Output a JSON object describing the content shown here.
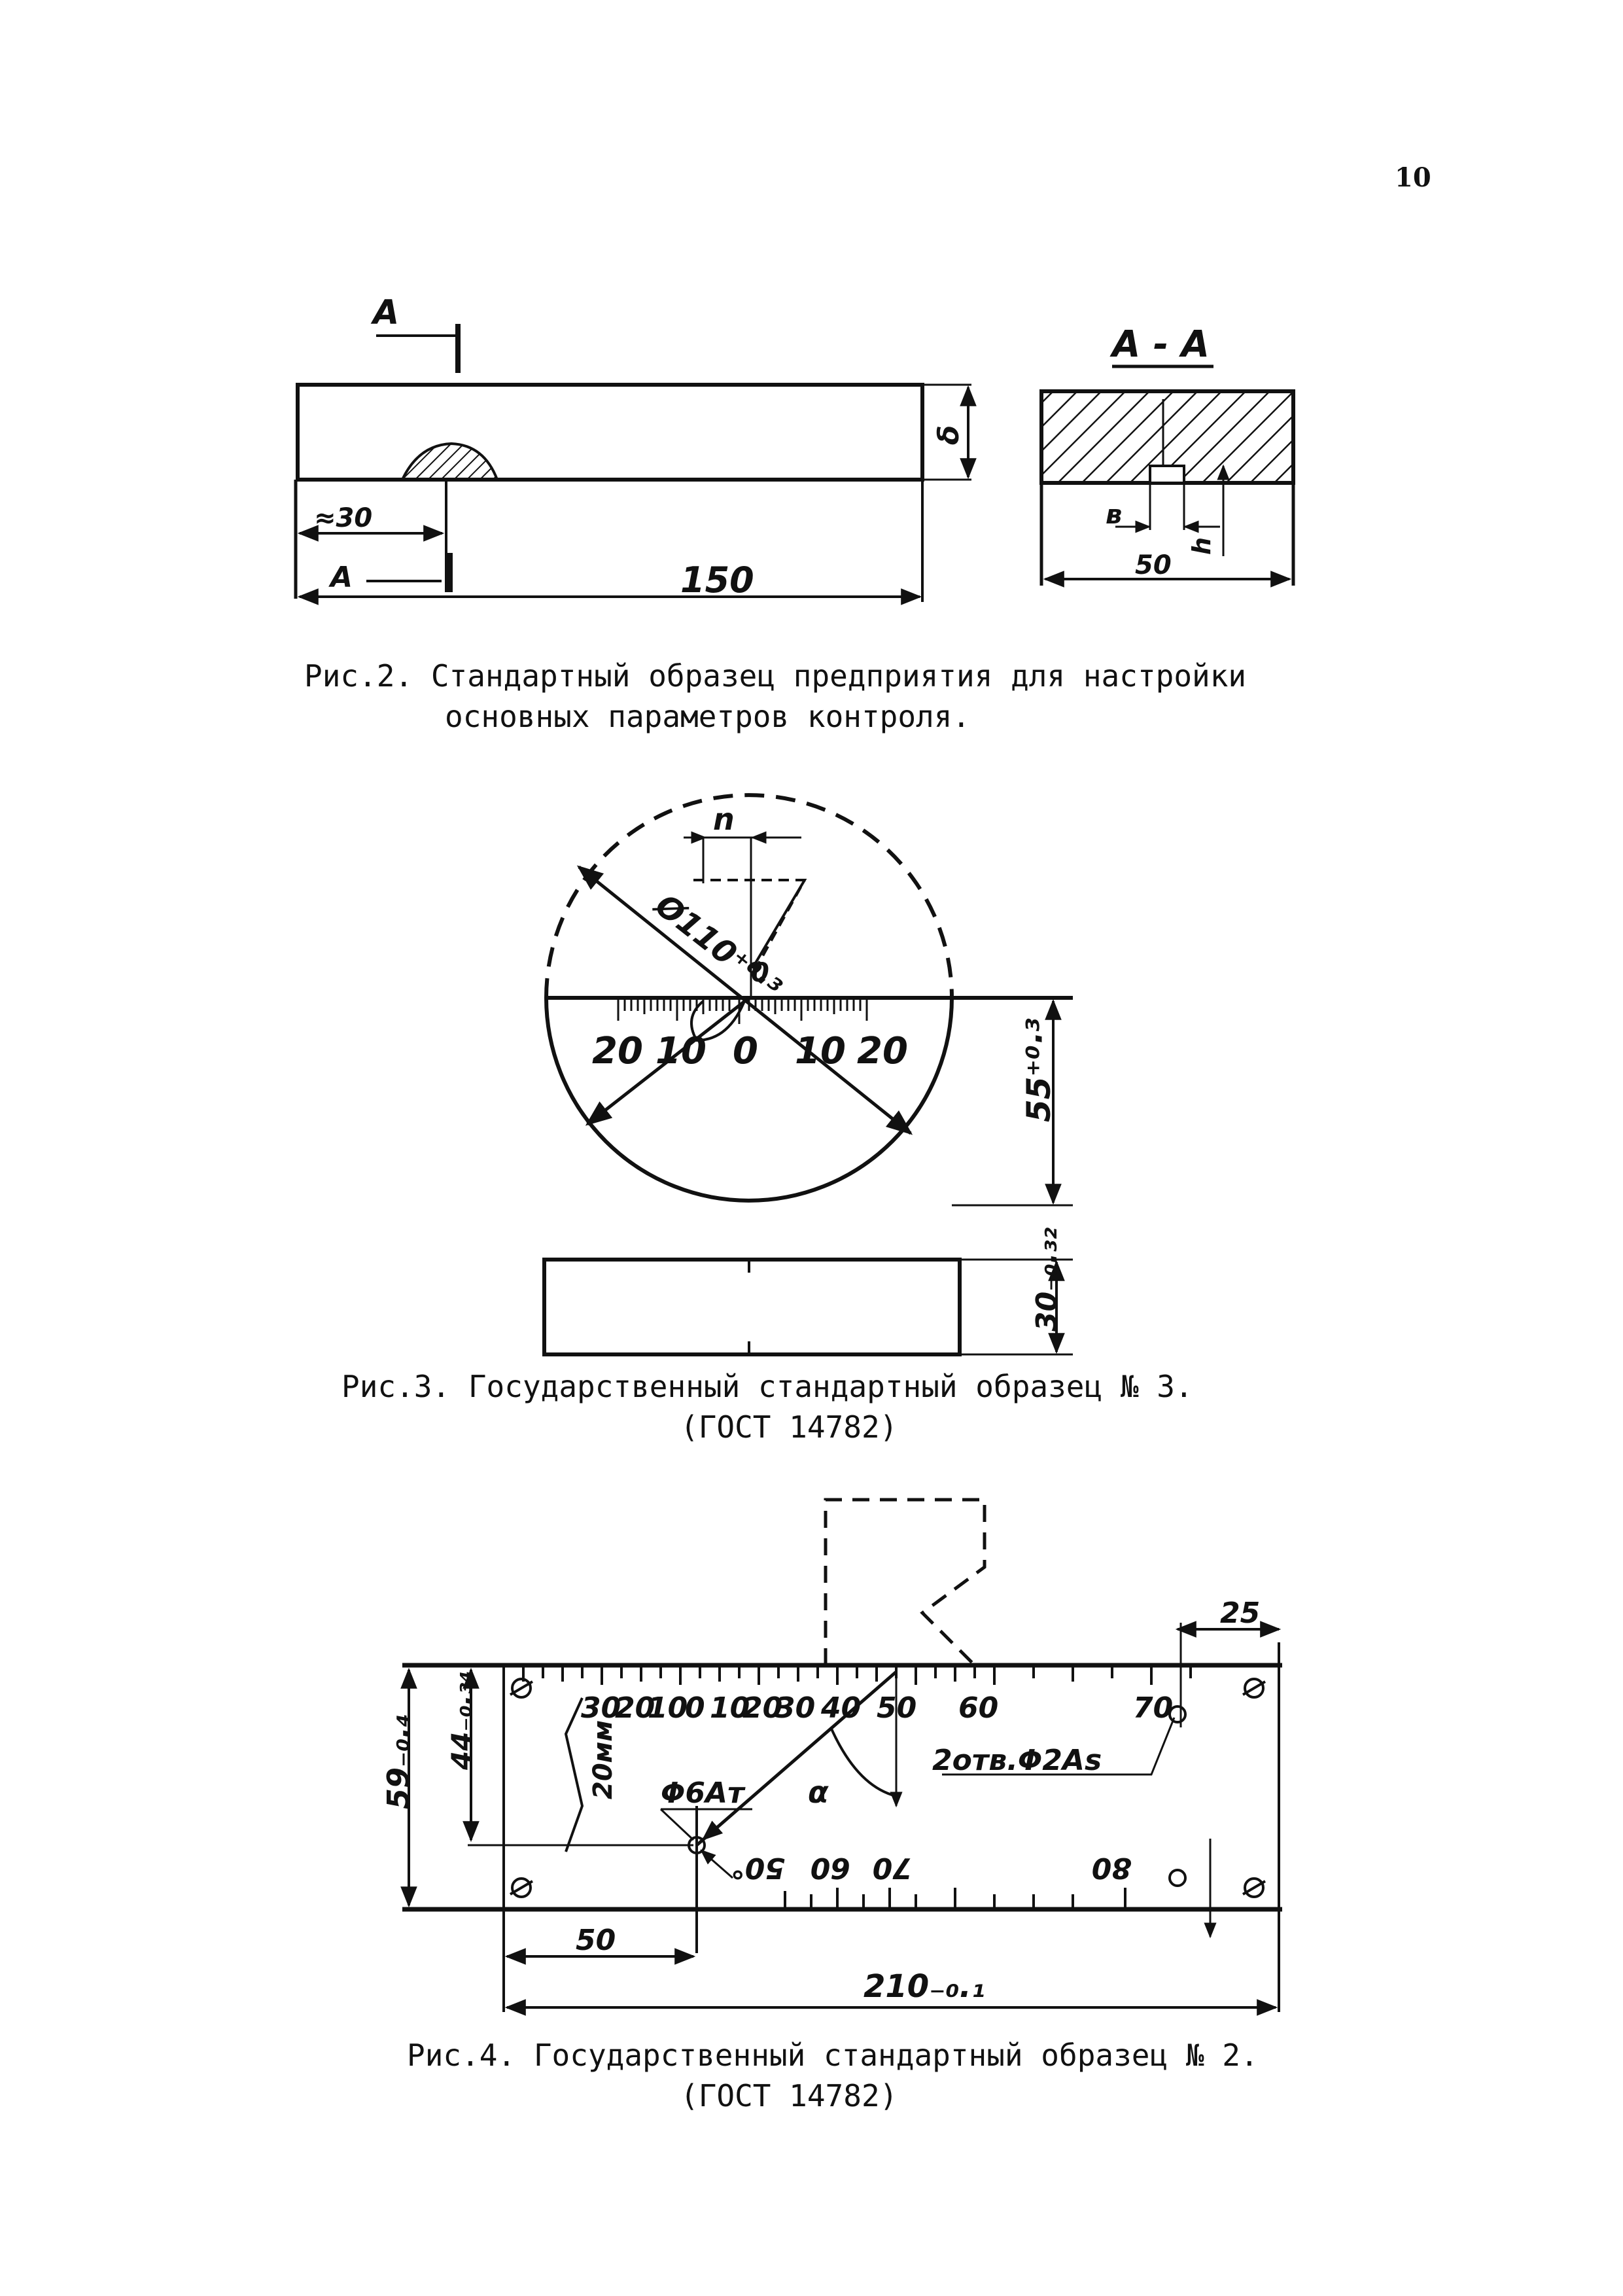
{
  "page": {
    "number": "10"
  },
  "figure2": {
    "caption_line1": "Рис.2. Стандартный образец предприятия для настройки",
    "caption_line2": "основных параметров контроля.",
    "section_marker": "А",
    "section_title": "А - А",
    "dim_length": "150",
    "dim_position": "≈30",
    "dim_a": "А",
    "dim_width": "50",
    "dim_thickness": "δ",
    "notch_b": "в",
    "notch_h": "h"
  },
  "figure3": {
    "caption_line1": "Рис.3. Государственный стандартный образец № 3.",
    "caption_line2": "(ГОСТ 14782)",
    "diameter": "Ø110⁺⁰·³",
    "height": "55⁺⁰·³",
    "thickness": "30₋₀.₃₂",
    "n_label": "n",
    "zero_label": "0",
    "scale_labels": [
      "20",
      "10",
      "0",
      "10",
      "20"
    ]
  },
  "figure4": {
    "caption_line1": "Рис.4. Государственный стандартный образец № 2.",
    "caption_line2": "(ГОСТ 14782)",
    "length": "210₋₀.₁",
    "height": "59₋₀.₄",
    "inner_height": "44₋₀.₃₄",
    "offset": "50",
    "top_right": "25",
    "mm_label": "20мм",
    "hole_label": "Φ6Ат",
    "holes_label": "2отв.Φ2Аs",
    "alpha": "α",
    "top_scale": [
      "30",
      "20",
      "10",
      "0",
      "10",
      "20",
      "30",
      "40",
      "50",
      "60",
      "70"
    ],
    "bottom_scale": [
      "50°",
      "60",
      "70",
      "80"
    ]
  }
}
